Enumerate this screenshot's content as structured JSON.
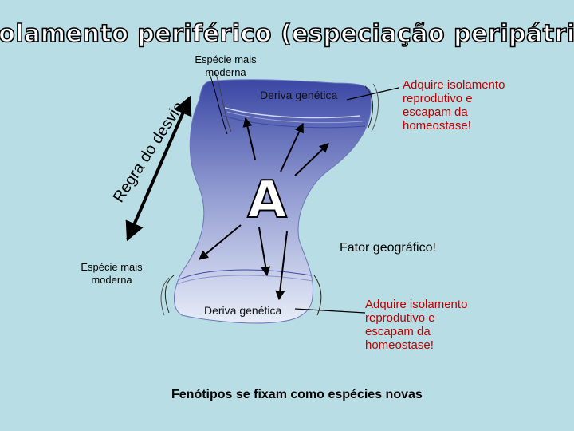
{
  "title": "isolamento periférico (especiação peripátrica)",
  "labels": {
    "species_top": "Espécie mais\nmoderna",
    "species_left": "Espécie mais\nmoderna",
    "drift_top": "Deriva genética",
    "drift_bottom": "Deriva genética",
    "isolation_top": "Adquire isolamento\nreprodutivo e\nescapam da\nhomeostase!",
    "isolation_bottom": "Adquire isolamento\nreprodutivo e\nescapam da\nhomeostase!",
    "rule": "Regra do desvio",
    "letter": "A",
    "geo_factor": "Fator geográfico!",
    "footer": "Fenótipos se fixam como espécies novas"
  },
  "colors": {
    "background": "#b9dde4",
    "blob_top": "#3b4aa8",
    "blob_bottom": "#e6ecf8",
    "red_text": "#c00000"
  }
}
